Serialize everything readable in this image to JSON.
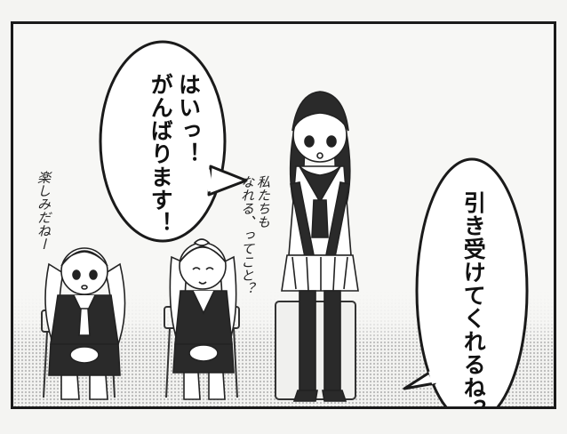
{
  "speech": {
    "left_bubble": "はいっ！\nがんばります！",
    "right_bubble": "引き受けてくれるね？"
  },
  "asides": {
    "left_girl": "楽しみだねー",
    "middle_girl": "私たちも\nなれる、ってこと？"
  }
}
